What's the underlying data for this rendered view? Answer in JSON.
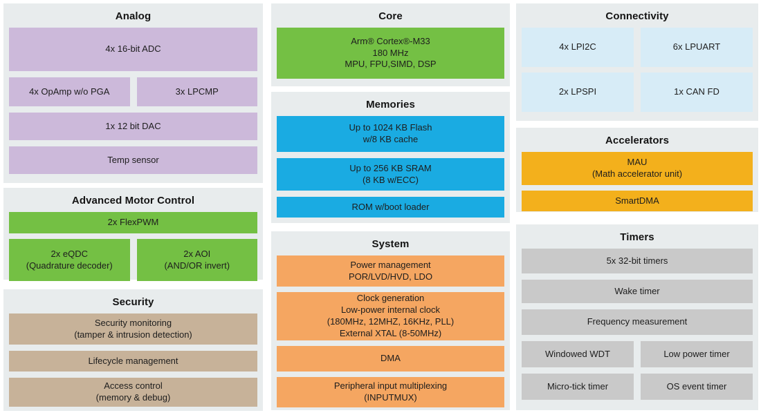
{
  "colors": {
    "panel_background": "#e8eced",
    "analog": "#ccb9da",
    "motor_and_core_green": "#74c044",
    "memories_blue": "#1aabe2",
    "system_orange": "#f5a661",
    "connectivity_light_blue": "#d7ecf7",
    "accelerators_amber": "#f3b01c",
    "timers_gray": "#c9c9c9",
    "security_tan": "#c7b299"
  },
  "panels": {
    "analog": {
      "title": "Analog",
      "blocks": {
        "adc": {
          "label": "4x 16-bit ADC"
        },
        "opamp": {
          "label": "4x OpAmp w/o PGA"
        },
        "lpcmp": {
          "label": "3x LPCMP"
        },
        "dac": {
          "label": "1x 12 bit DAC"
        },
        "temp": {
          "label": "Temp sensor"
        }
      }
    },
    "motor": {
      "title": "Advanced Motor Control",
      "blocks": {
        "flexpwm": {
          "label": "2x FlexPWM"
        },
        "eqdc": {
          "line1": "2x eQDC",
          "line2": "(Quadrature decoder)"
        },
        "aoi": {
          "line1": "2x AOI",
          "line2": "(AND/OR invert)"
        }
      }
    },
    "security": {
      "title": "Security",
      "blocks": {
        "monitoring": {
          "line1": "Security monitoring",
          "line2": "(tamper & intrusion detection)"
        },
        "lifecycle": {
          "label": "Lifecycle management"
        },
        "access": {
          "line1": "Access control",
          "line2": "(memory & debug)"
        }
      }
    },
    "core": {
      "title": "Core",
      "blocks": {
        "cpu": {
          "line1": "Arm® Cortex®-M33",
          "line2": "180 MHz",
          "line3": "MPU, FPU,SIMD, DSP"
        }
      }
    },
    "memories": {
      "title": "Memories",
      "blocks": {
        "flash": {
          "line1": "Up to 1024 KB Flash",
          "line2": "w/8 KB cache"
        },
        "sram": {
          "line1": "Up to 256 KB SRAM",
          "line2": "(8 KB w/ECC)"
        },
        "rom": {
          "label": "ROM w/boot loader"
        }
      }
    },
    "system": {
      "title": "System",
      "blocks": {
        "power": {
          "line1": "Power management",
          "line2": "POR/LVD/HVD, LDO"
        },
        "clock": {
          "line1": "Clock generation",
          "line2": "Low-power internal clock",
          "line3": "(180MHz, 12MHZ, 16KHz, PLL)",
          "line4": "External XTAL (8-50MHz)"
        },
        "dma": {
          "label": "DMA"
        },
        "inputmux": {
          "line1": "Peripheral input multiplexing",
          "line2": "(INPUTMUX)"
        }
      }
    },
    "connectivity": {
      "title": "Connectivity",
      "blocks": {
        "lpi2c": {
          "label": "4x LPI2C"
        },
        "lpuart": {
          "label": "6x LPUART"
        },
        "lpspi": {
          "label": "2x LPSPI"
        },
        "canfd": {
          "label": "1x CAN FD"
        }
      }
    },
    "accelerators": {
      "title": "Accelerators",
      "blocks": {
        "mau": {
          "line1": "MAU",
          "line2": "(Math accelerator unit)"
        },
        "smartdma": {
          "label": "SmartDMA"
        }
      }
    },
    "timers": {
      "title": "Timers",
      "blocks": {
        "t32bit": {
          "label": "5x 32-bit timers"
        },
        "wake": {
          "label": "Wake timer"
        },
        "freq": {
          "label": "Frequency measurement"
        },
        "wwdt": {
          "label": "Windowed WDT"
        },
        "lptimer": {
          "label": "Low power timer"
        },
        "microtick": {
          "label": "Micro-tick timer"
        },
        "ostimer": {
          "label": "OS event timer"
        }
      }
    }
  }
}
